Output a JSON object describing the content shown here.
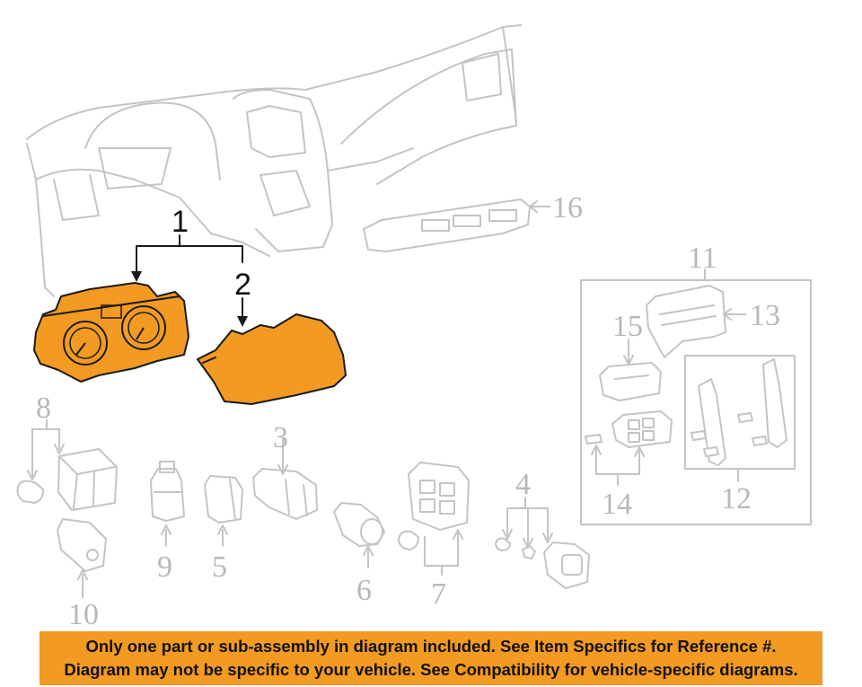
{
  "callouts": {
    "c1": "1",
    "c2": "2",
    "c3": "3",
    "c4": "4",
    "c5": "5",
    "c6": "6",
    "c7": "7",
    "c8": "8",
    "c9": "9",
    "c10": "10",
    "c11": "11",
    "c12": "12",
    "c13": "13",
    "c14": "14",
    "c15": "15",
    "c16": "16"
  },
  "banner": {
    "line1": "Only one part or sub-assembly in diagram included. See Item Specifics for Reference #.",
    "line2": "Diagram may not be specific to your vehicle. See Compatibility for vehicle-specific diagrams."
  },
  "colors": {
    "highlight": "#f29a22",
    "outline": "#c4c4c4",
    "banner": "#f29a22"
  }
}
